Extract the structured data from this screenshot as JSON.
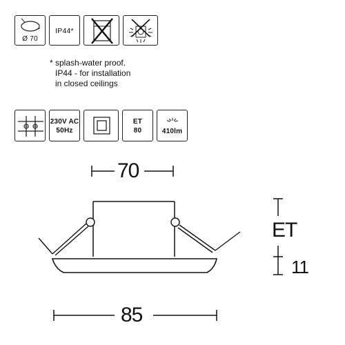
{
  "row1": {
    "cutout": {
      "label": "Ø 70",
      "icon": "cutout-diameter-icon"
    },
    "ip_rating": {
      "label": "IP44*"
    },
    "not_covered": {
      "icon": "no-insulation-cover-icon"
    },
    "no_dimmer": {
      "icon": "no-dimming-icon"
    }
  },
  "footnote": {
    "line1": "* splash-water proof.",
    "line2": "IP44 - for installation",
    "line3": "in closed ceilings"
  },
  "row2": {
    "terminal": {
      "icon": "terminal-block-icon"
    },
    "voltage": {
      "line1": "230V AC",
      "line2": "50Hz"
    },
    "class2": {
      "icon": "protection-class-ii-icon"
    },
    "et": {
      "line1": "ET",
      "line2": "80"
    },
    "lumen": {
      "label": "410lm",
      "icon": "light-output-icon"
    }
  },
  "drawing": {
    "top_width": "70",
    "bottom_width": "85",
    "depth_label": "ET",
    "flange_height": "11"
  }
}
